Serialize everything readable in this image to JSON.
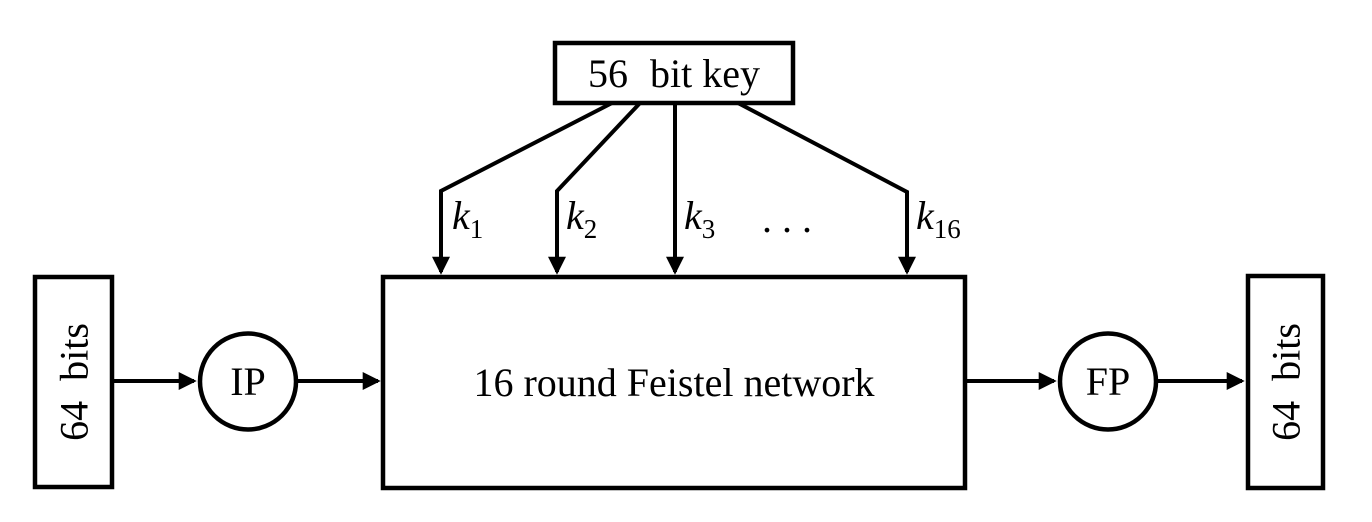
{
  "diagram": {
    "key_box": {
      "label_parts": [
        "56",
        "bit key"
      ]
    },
    "round_keys": [
      {
        "base": "k",
        "sub": "1"
      },
      {
        "base": "k",
        "sub": "2"
      },
      {
        "base": "k",
        "sub": "3"
      },
      {
        "base": "k",
        "sub": "16"
      }
    ],
    "ellipsis": ". . .",
    "feistel_box": {
      "label": "16 round Feistel network"
    },
    "input_box": {
      "label_parts": [
        "64",
        "bits"
      ]
    },
    "output_box": {
      "label_parts": [
        "64",
        "bits"
      ]
    },
    "ip_node": {
      "label": "IP"
    },
    "fp_node": {
      "label": "FP"
    },
    "colors": {
      "stroke": "#000000",
      "feistel_fill": "#e7e7e7",
      "background": "#ffffff"
    }
  }
}
